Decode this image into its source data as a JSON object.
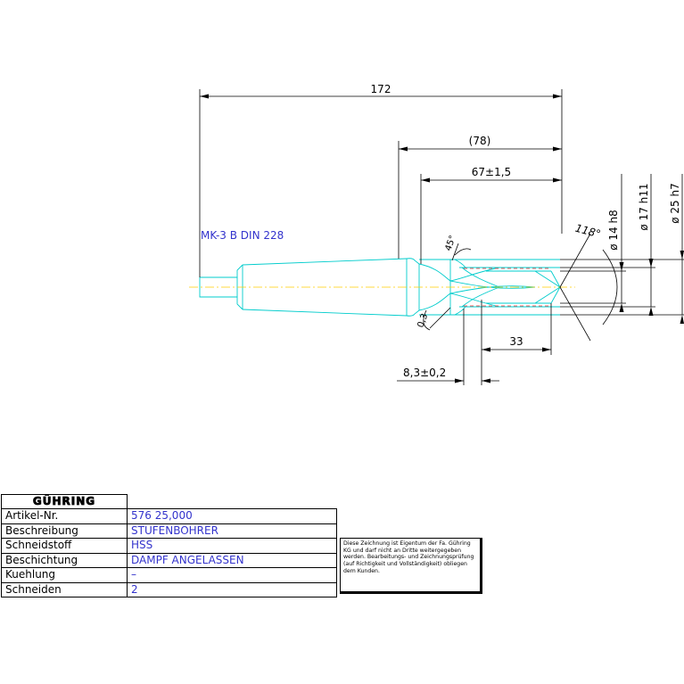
{
  "colors": {
    "tool": "#00cccc",
    "dimension": "#000000",
    "centerline": "#ffcc00",
    "cut": "#ff3333",
    "designation": "#3333cc",
    "value_text": "#3333cc"
  },
  "drawing": {
    "designation": "MK-3 B DIN 228",
    "dims": {
      "overall": "172",
      "fluted": "(78)",
      "cut_length": "67±1,5",
      "step_length": "33",
      "step_pos": "8,3±0,2",
      "angle_point": "118°",
      "angle_step": "45°",
      "radius_step": "0,3",
      "dia_small": "ø 14 h8",
      "dia_mid": "ø 17 h11",
      "dia_large": "ø 25 h7"
    }
  },
  "title_block": {
    "logo": "GÜHRING",
    "rows": [
      {
        "label": "Artikel-Nr.",
        "value": "576  25,000"
      },
      {
        "label": "Beschreibung",
        "value": "STUFENBOHRER"
      },
      {
        "label": "Schneidstoff",
        "value": "HSS"
      },
      {
        "label": "Beschichtung",
        "value": "DAMPF  ANGELASSEN"
      },
      {
        "label": "Kuehlung",
        "value": "–"
      },
      {
        "label": "Schneiden",
        "value": "2"
      }
    ],
    "note": "Diese Zeichnung ist Eigentum der Fa. Gühring KG und darf nicht an Dritte weitergegeben werden. Bearbeitungs- und Zeichnungsprüfung (auf Richtigkeit und Vollständigkeit) obliegen dem Kunden."
  }
}
